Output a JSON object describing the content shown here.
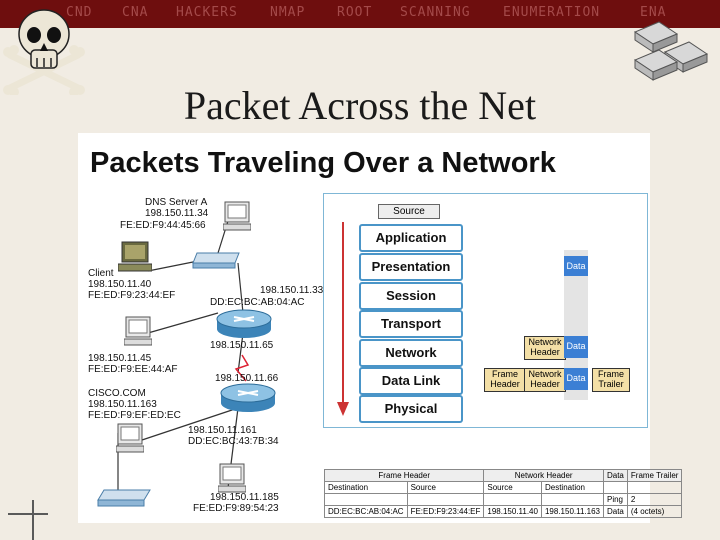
{
  "nav": [
    "CND",
    "CNA",
    "HACKERS",
    "NMAP",
    "ROOT",
    "SCANNING",
    "ENUMERATION",
    "ENA"
  ],
  "slide_title": "Packet Across the Net",
  "figure": {
    "title": "Packets Traveling Over a Network",
    "hosts": {
      "dns": [
        "DNS Server A",
        "198.150.11.34",
        "FE:ED:F9:44:45:66"
      ],
      "client": [
        "Client",
        "198.150.11.40",
        "FE:ED:F9:23:44:EF"
      ],
      "router1_ip": [
        "198.150.11.33",
        "DD:EC:BC:AB:04:AC"
      ],
      "router1_label": "198.150.11.65",
      "pc3": [
        "198.150.11.45",
        "FE:ED:F9:EE:44:AF"
      ],
      "router2_label": "198.150.11.66",
      "cisco": [
        "CISCO.COM",
        "198.150.11.163",
        "FE:ED:F9:EF:ED:EC"
      ],
      "router2_ip": [
        "198.150.11.161",
        "DD:EC:BC:43:7B:34"
      ],
      "pc4": [
        "198.150.11.185",
        "FE:ED:F9:89:54:23"
      ]
    },
    "osi": {
      "source": "Source",
      "layers": [
        "Application",
        "Presentation",
        "Session",
        "Transport",
        "Network",
        "Data Link",
        "Physical"
      ],
      "data": "Data",
      "network_header": "Network Header",
      "frame_header": "Frame Header",
      "frame_trailer": "Frame Trailer"
    },
    "frame_table": {
      "header": [
        "Frame Header",
        "Network Header",
        "Data",
        "Frame Trailer"
      ],
      "sub": [
        "Destination",
        "Source",
        "Source",
        "Destination",
        "",
        ""
      ],
      "row1": [
        "",
        "",
        "",
        "",
        "Ping",
        "2"
      ],
      "row2": [
        "DD:EC:BC:AB:04:AC",
        "FE:ED:F9:23:44:EF",
        "198.150.11.40",
        "198.150.11.163",
        "Data",
        "(4 octets)"
      ]
    }
  }
}
